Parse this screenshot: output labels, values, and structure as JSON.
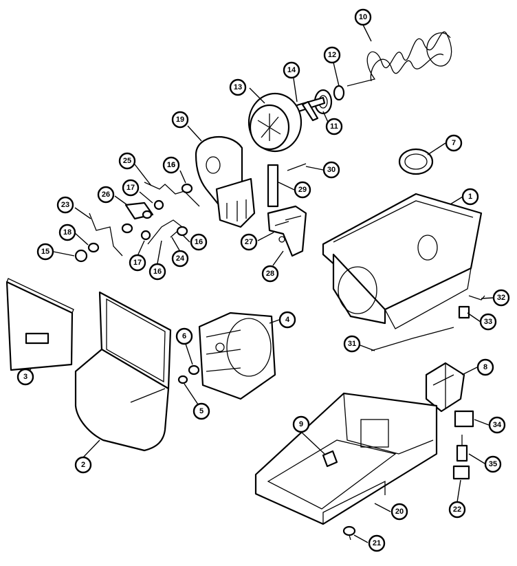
{
  "diagram": {
    "callouts": [
      "1",
      "2",
      "3",
      "4",
      "5",
      "6",
      "7",
      "8",
      "9",
      "10",
      "11",
      "12",
      "13",
      "14",
      "15",
      "16",
      "16",
      "16",
      "16",
      "17",
      "17",
      "18",
      "19",
      "20",
      "21",
      "22",
      "23",
      "24",
      "25",
      "26",
      "27",
      "28",
      "29",
      "30",
      "31",
      "32",
      "33",
      "34",
      "35"
    ]
  }
}
